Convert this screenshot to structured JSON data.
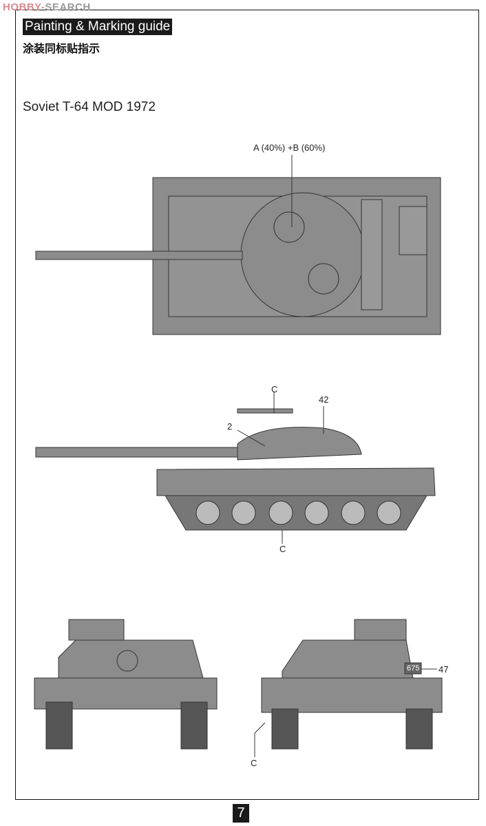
{
  "watermark": {
    "brand": "HOBBY",
    "suffix": "SEARCH"
  },
  "header": {
    "title": "Painting & Marking guide",
    "subtitle_cn": "涂装同标贴指示"
  },
  "model": "Soviet T-64 MOD 1972",
  "callouts": {
    "top_view": "A (40%) +B (60%)",
    "turret_c": "C",
    "decal_42": "42",
    "decal_2": "2",
    "hull_number": "675",
    "track_c": "C",
    "rear_675": "675",
    "decal_47": "47",
    "rear_c": "C"
  },
  "colors": {
    "paint": "#8c8c8c",
    "ink": "#222222"
  },
  "page_number": "7"
}
